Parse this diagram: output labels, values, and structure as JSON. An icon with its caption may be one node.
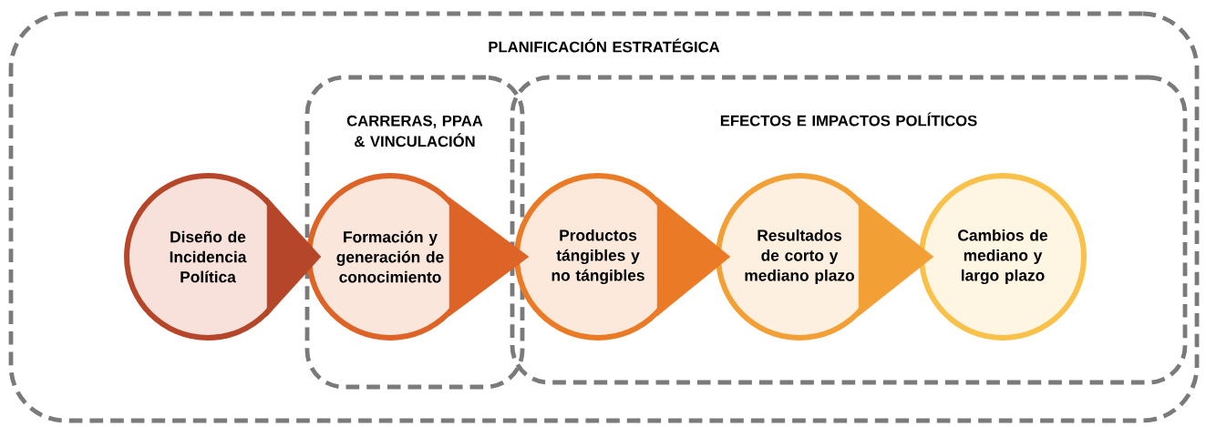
{
  "diagram": {
    "nodes": [
      {
        "text": [
          "PLANIFICACIÓN ESTRATÉGICA"
        ]
      },
      {
        "text": [
          "CARRERAS, PPAA & VINCULACIÓN"
        ],
        "in": 0
      },
      {
        "text": [
          "EFECTOS E IMPACTOS POLÍTICOS"
        ],
        "in": 0
      },
      {
        "text": [
          "Diseño de Incidencia Política"
        ],
        "in": 0
      },
      {
        "text": [
          "Formación y generación de conocimiento"
        ],
        "in": 1
      },
      {
        "text": [
          "Productos tángibles y no tángibles"
        ],
        "in": 2
      },
      {
        "text": [
          "Resultados de corto y mediano plazo"
        ],
        "in": 2
      },
      {
        "text": [
          "Cambios de mediano y largo plazo"
        ],
        "in": 2
      }
    ],
    "edges": [
      {
        "from": 3,
        "to": 4,
        "arrow": "to",
        "color": "#b5462a"
      },
      {
        "from": 4,
        "to": 5,
        "arrow": "to",
        "color": "#dd6326"
      },
      {
        "from": 5,
        "to": 6,
        "arrow": "to",
        "color": "#ea7a25"
      },
      {
        "from": 6,
        "to": 7,
        "arrow": "to",
        "color": "#f2a036"
      }
    ]
  }
}
